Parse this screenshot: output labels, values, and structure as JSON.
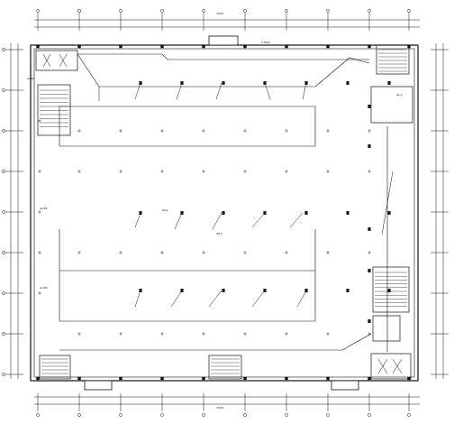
{
  "colors": {
    "line": "#111111",
    "background": "#ffffff",
    "fixture": "#1a1a1a"
  },
  "annotations": {
    "top_dim": "72000",
    "bottom_dim": "72000",
    "top_right_tag": "2.8kW",
    "left_tag_1": "AL-B1",
    "left_tag_2": "AL-B2",
    "left_tag_3": "AL-B3",
    "right_tag": "AL-1",
    "center_tag": "WL3",
    "mid_tag": "WL2"
  }
}
